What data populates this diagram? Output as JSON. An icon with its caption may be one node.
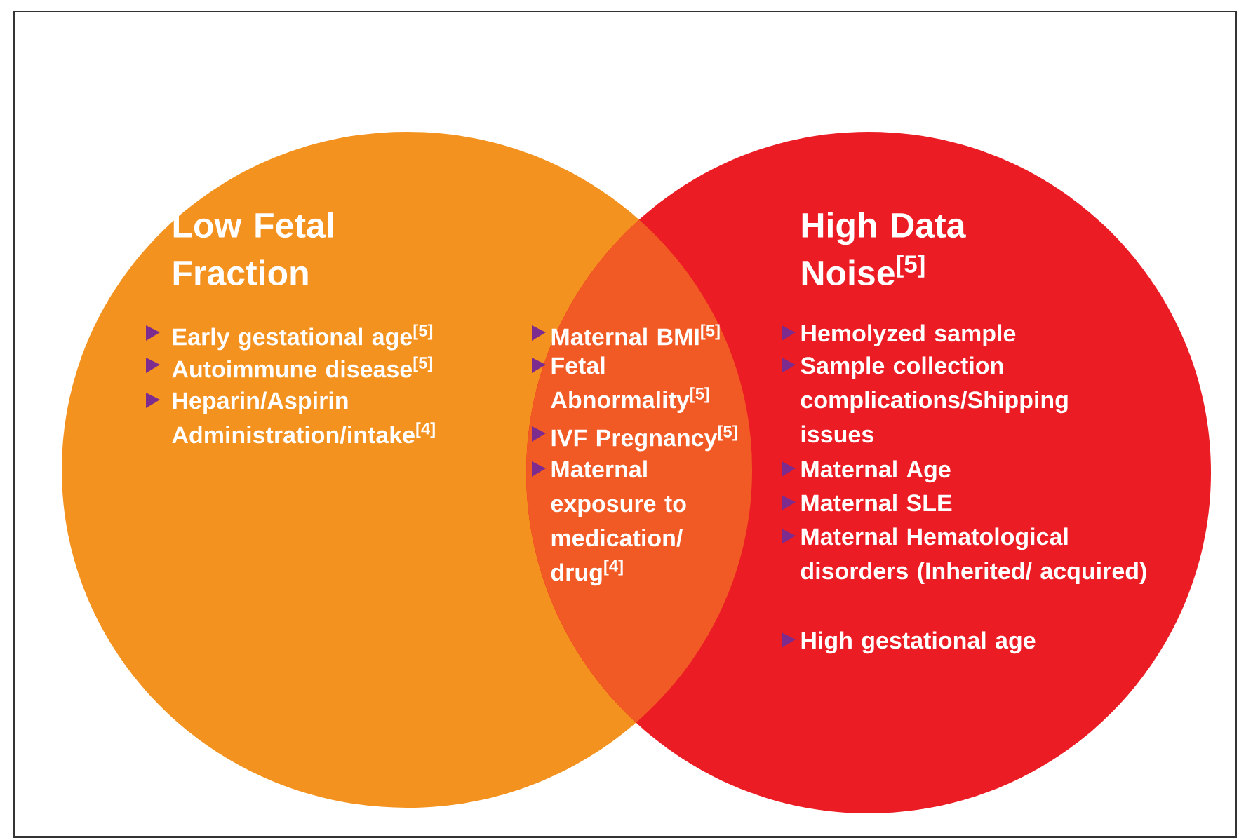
{
  "diagram": {
    "nodes": [
      {
        "text": [
          "Low Fetal Fraction",
          "Early gestational age$^{[5]}$",
          "Autoimmune disease$^{[5]}$",
          "Heparin/Aspirin Administration/intake$^{[4]}$"
        ]
      },
      {
        "text": [
          "High Data Noise$^{[5]}$",
          "Hemolyzed sample",
          "Sample collection complications/Shipping issues",
          "Maternal Age",
          "Maternal SLE",
          "Maternal Hematological disorders (Inherited/ acquired)",
          "High gestational age"
        ]
      }
    ],
    "labels": [
      "Maternal BMI$^{[5]}$",
      "Fetal Abnormality$^{[5]}$",
      "IVF Pregnancy$^{[5]}$",
      "Maternal exposure to medication/ drug$^{[4]}$"
    ]
  }
}
